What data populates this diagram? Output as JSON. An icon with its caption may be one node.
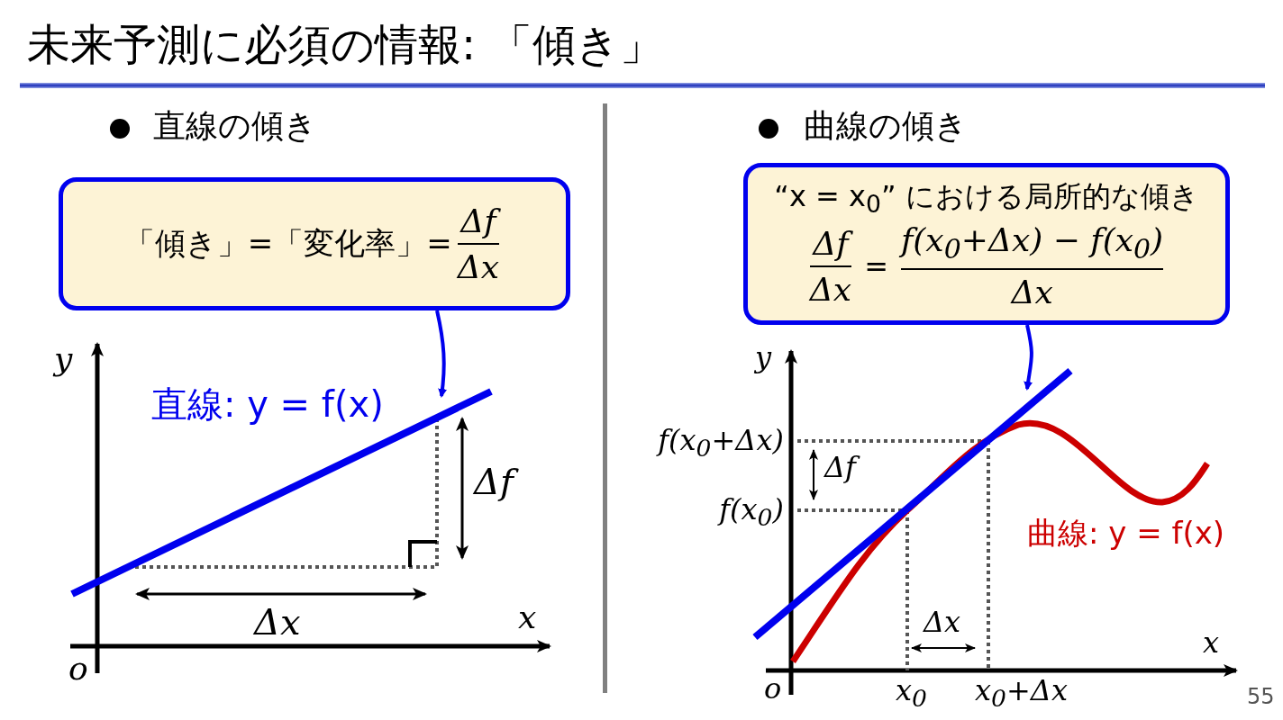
{
  "diagram": {
    "title": "未来予測に必須の情報: 「傾き」",
    "nodes": [
      {
        "text": [
          "「傾き」=「変化率」=",
          "Δf",
          "Δx"
        ]
      },
      {
        "text": [],
        "shape": "line"
      },
      {
        "text": [
          "“x = x$_{0}$” における局所的な傾き",
          "Δf",
          "Δx",
          "=",
          "f(x$_{0}$+Δx) − f(x$_{0}$)",
          "Δx"
        ]
      },
      {
        "text": [],
        "shape": "line"
      }
    ],
    "edges": [
      {
        "from": 0,
        "to": 1,
        "arrow": "to"
      },
      {
        "from": 2,
        "to": 3,
        "arrow": "to"
      }
    ],
    "labels": [
      "直線の傾き",
      "y",
      "直線: y = f(x)",
      "Δf",
      "Δx",
      "x",
      "o",
      "曲線の傾き",
      "y",
      "f(x$_{0}$+Δx)",
      "Δf",
      "f(x$_{0}$)",
      "曲線: y = f(x)",
      "Δx",
      "x",
      "o",
      "x$_{0}$",
      "x$_{0}$+Δx",
      "55"
    ]
  }
}
